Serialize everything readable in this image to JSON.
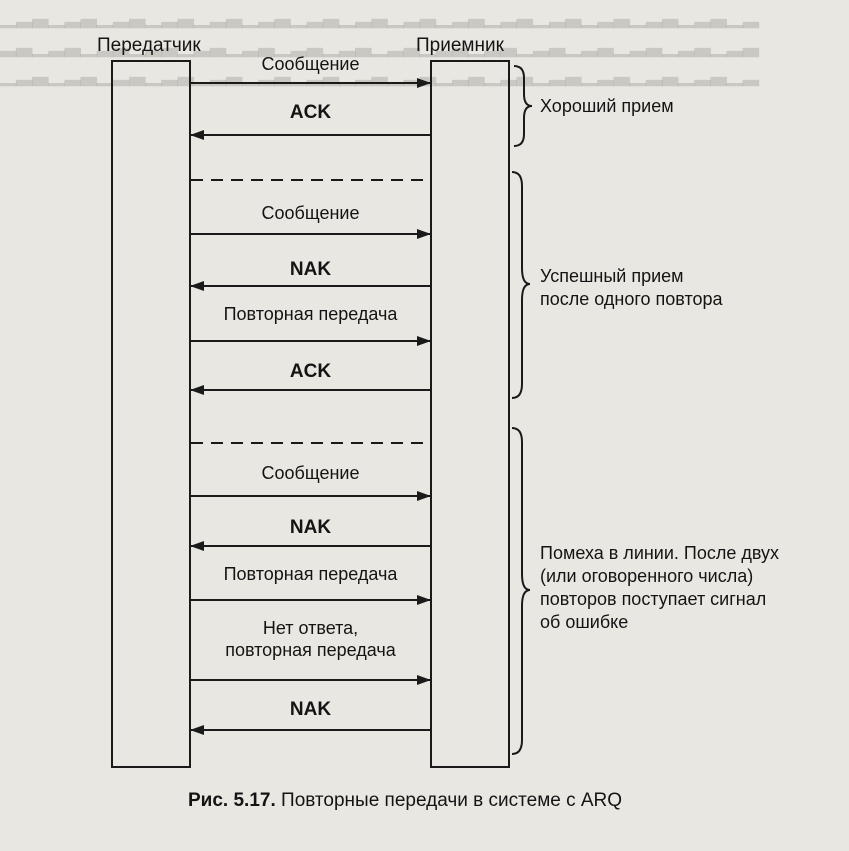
{
  "diagram": {
    "sender_label": "Передатчик",
    "receiver_label": "Приемник",
    "arrows": [
      {
        "text": "Сообщение",
        "direction": "right",
        "bold": false
      },
      {
        "text": "ACK",
        "direction": "left",
        "bold": true
      },
      {
        "text": "Сообщение",
        "direction": "right",
        "bold": false
      },
      {
        "text": "NAK",
        "direction": "left",
        "bold": true
      },
      {
        "text": "Повторная передача",
        "direction": "right",
        "bold": false
      },
      {
        "text": "ACK",
        "direction": "left",
        "bold": true
      },
      {
        "text": "Сообщение",
        "direction": "right",
        "bold": false
      },
      {
        "text": "NAK",
        "direction": "left",
        "bold": true
      },
      {
        "text": "Повторная передача",
        "direction": "right",
        "bold": false
      },
      {
        "text_line1": "Нет ответа,",
        "text_line2": "повторная передача",
        "direction": "right",
        "bold": false
      },
      {
        "text": "NAK",
        "direction": "left",
        "bold": true
      }
    ],
    "braces": [
      {
        "label_line1": "Хороший прием"
      },
      {
        "label_line1": "Успешный прием",
        "label_line2": "после одного повтора"
      },
      {
        "label_line1": "Помеха в линии. После двух",
        "label_line2": "(или оговоренного числа)",
        "label_line3": "повторов поступает сигнал",
        "label_line4": "об ошибке"
      }
    ]
  },
  "caption": {
    "number": "Рис. 5.17.",
    "text": "Повторные передачи в системе с ARQ"
  }
}
